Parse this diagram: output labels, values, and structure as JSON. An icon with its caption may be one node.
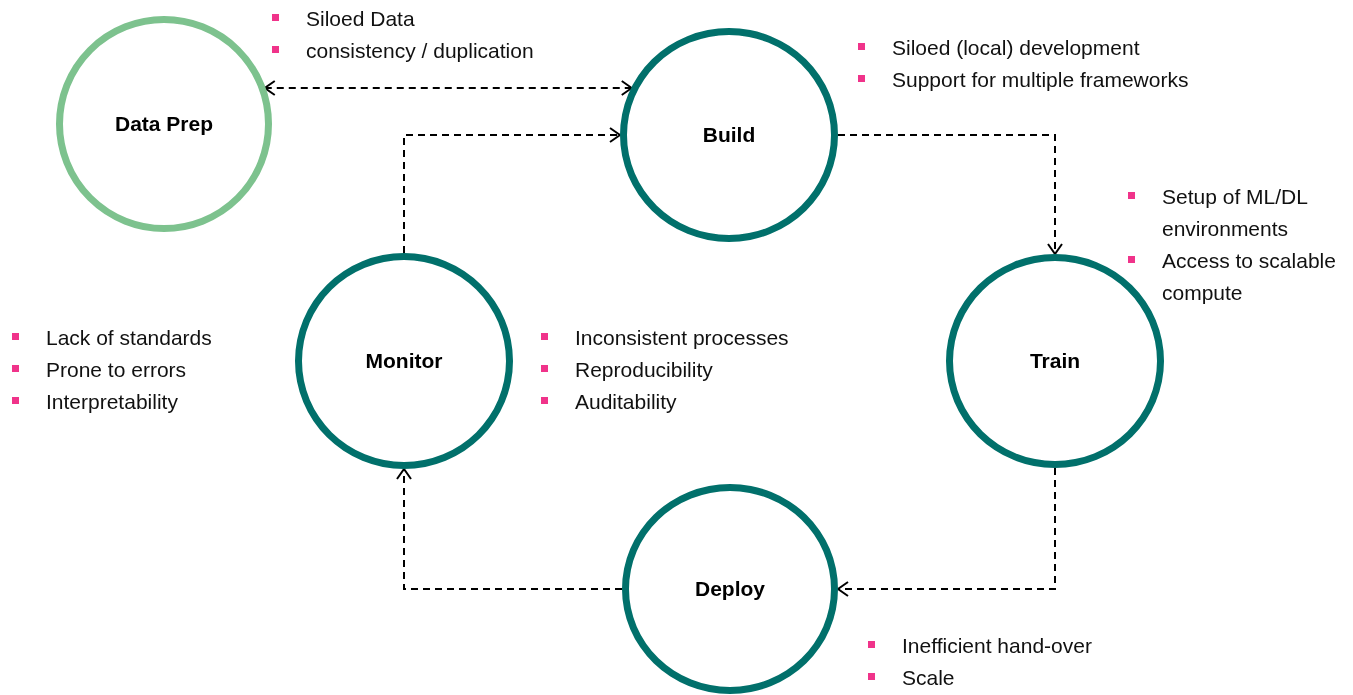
{
  "diagram": {
    "nodes": [
      {
        "text": [
          "Data Prep"
        ],
        "beside": [
          "Siloed Data",
          "consistency / duplication"
        ]
      },
      {
        "text": [
          "Build"
        ],
        "beside": [
          "Siloed (local) development",
          "Support for multiple frameworks"
        ]
      },
      {
        "text": [
          "Monitor"
        ],
        "beside": [
          "Lack of standards",
          "Prone to errors",
          "Interpretability"
        ]
      },
      {
        "text": [
          "Train"
        ],
        "beside": [
          "Setup of ML/DL environments",
          "Access to scalable compute"
        ]
      },
      {
        "text": [
          "Deploy"
        ],
        "beside": [
          "Inefficient hand-over",
          "Scale"
        ]
      }
    ],
    "edges": [
      {
        "from": 0,
        "to": 1,
        "arrow": "both",
        "style": "dashed"
      },
      {
        "from": 2,
        "to": 1,
        "arrow": "to",
        "style": "dashed"
      },
      {
        "from": 1,
        "to": 3,
        "arrow": "to",
        "style": "dashed"
      },
      {
        "from": 3,
        "to": 4,
        "arrow": "to",
        "style": "dashed"
      },
      {
        "from": 4,
        "to": 2,
        "arrow": "to",
        "style": "dashed"
      }
    ],
    "labels": [
      "Inconsistent processes",
      "Reproducibility",
      "Auditability"
    ]
  }
}
